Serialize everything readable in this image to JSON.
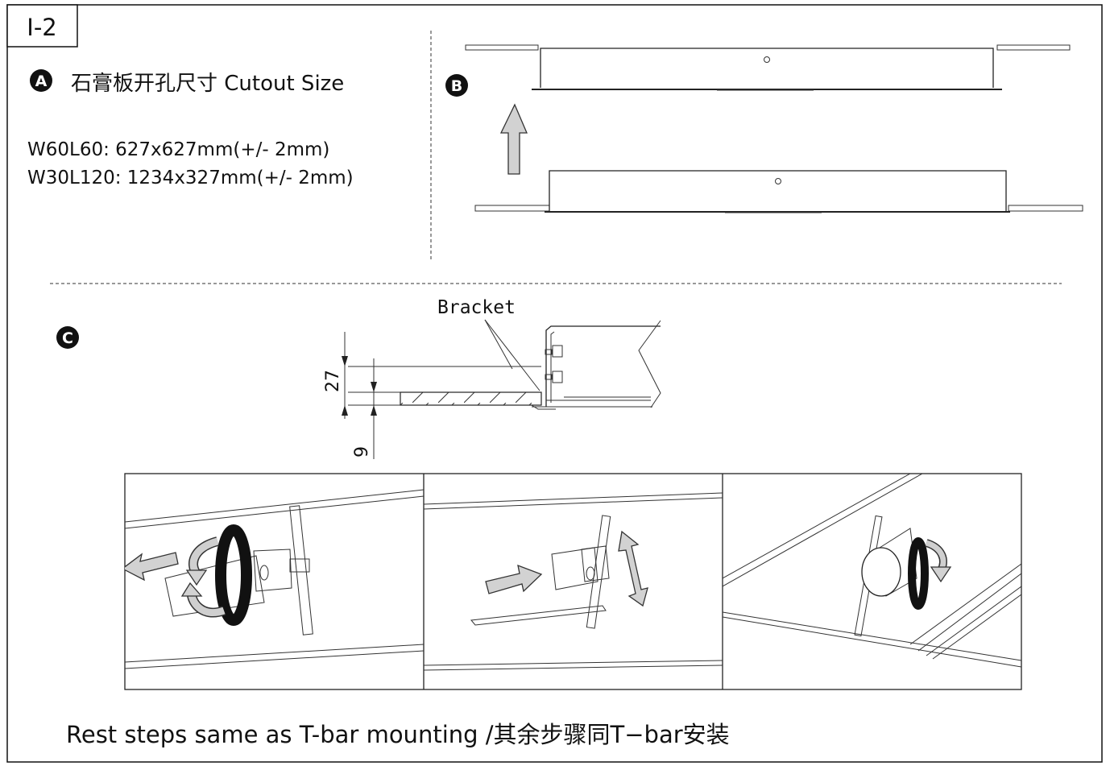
{
  "step_label": "I-2",
  "section_a": {
    "badge": "A",
    "title": "石膏板开孔尺寸  Cutout Size",
    "sizes": [
      "W60L60: 627x627mm(+/- 2mm)",
      "W30L120: 1234x327mm(+/- 2mm)"
    ]
  },
  "section_b": {
    "badge": "B"
  },
  "section_c": {
    "badge": "C",
    "bracket_label": "Bracket",
    "dim_27": "27",
    "dim_9": "9"
  },
  "footer": {
    "note": "Rest steps same as T-bar mounting /其余步骤同T−bar安装"
  }
}
